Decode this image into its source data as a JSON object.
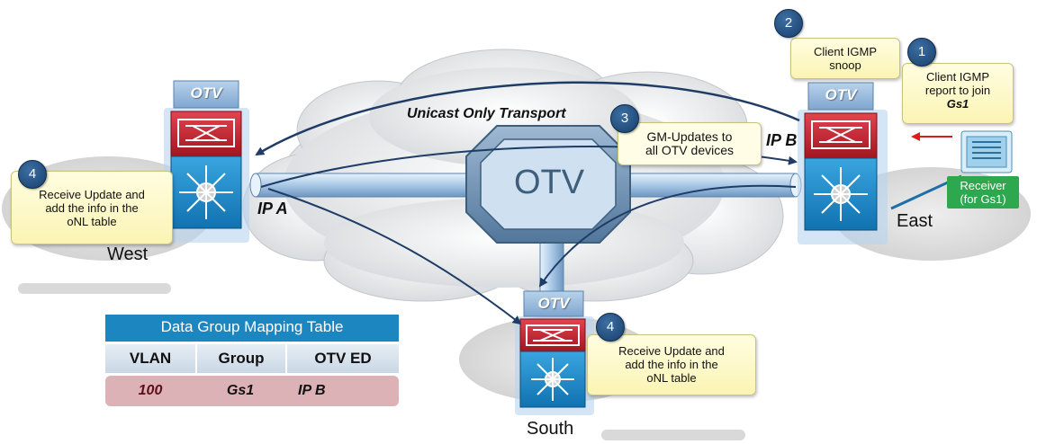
{
  "transport_label": "Unicast Only Transport",
  "core_label": "OTV",
  "otv_label": "OTV",
  "sites": {
    "west": "West",
    "east": "East",
    "south": "South"
  },
  "ip_labels": {
    "west": "IP A",
    "east": "IP B"
  },
  "steps": [
    {
      "number": "1",
      "text_line1": "Client IGMP",
      "text_line2": "report to join",
      "text_line3": "Gs1"
    },
    {
      "number": "2",
      "text_line1": "Client IGMP",
      "text_line2": "snoop"
    },
    {
      "number": "3",
      "text_line1": "GM-Updates to",
      "text_line2": "all OTV devices"
    },
    {
      "number": "4",
      "text_line1": "Receive Update and",
      "text_line2": "add the info in the",
      "text_line3": "oNL table"
    },
    {
      "number": "4",
      "text_line1": "Receive Update and",
      "text_line2": "add the info in the",
      "text_line3": "oNL table"
    }
  ],
  "receiver": {
    "line1": "Receiver",
    "line2": "(for Gs1)"
  },
  "mapping_table": {
    "title": "Data Group Mapping Table",
    "headers": [
      "VLAN",
      "Group",
      "OTV ED"
    ],
    "rows": [
      [
        "100",
        "Gs1",
        "IP B"
      ]
    ]
  },
  "colors": {
    "arrow": "#1f3c66",
    "red_arrow": "#d81e1e",
    "table_title": "#1c86c0",
    "table_row": "#dcb2b7",
    "note_fill": "#fbf4b4",
    "receiver_label": "#2ea84f"
  }
}
